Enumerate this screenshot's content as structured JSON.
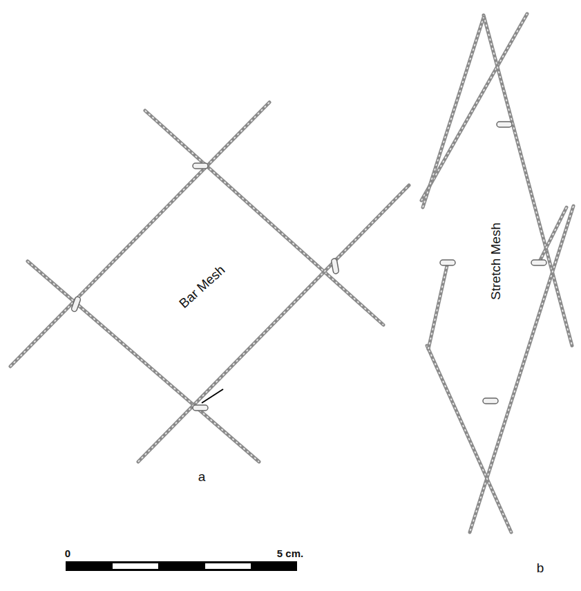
{
  "diagram": {
    "labels": [
      "Bar Mesh",
      "Stretch Mesh",
      "a",
      "b",
      "0",
      "5 cm."
    ]
  }
}
